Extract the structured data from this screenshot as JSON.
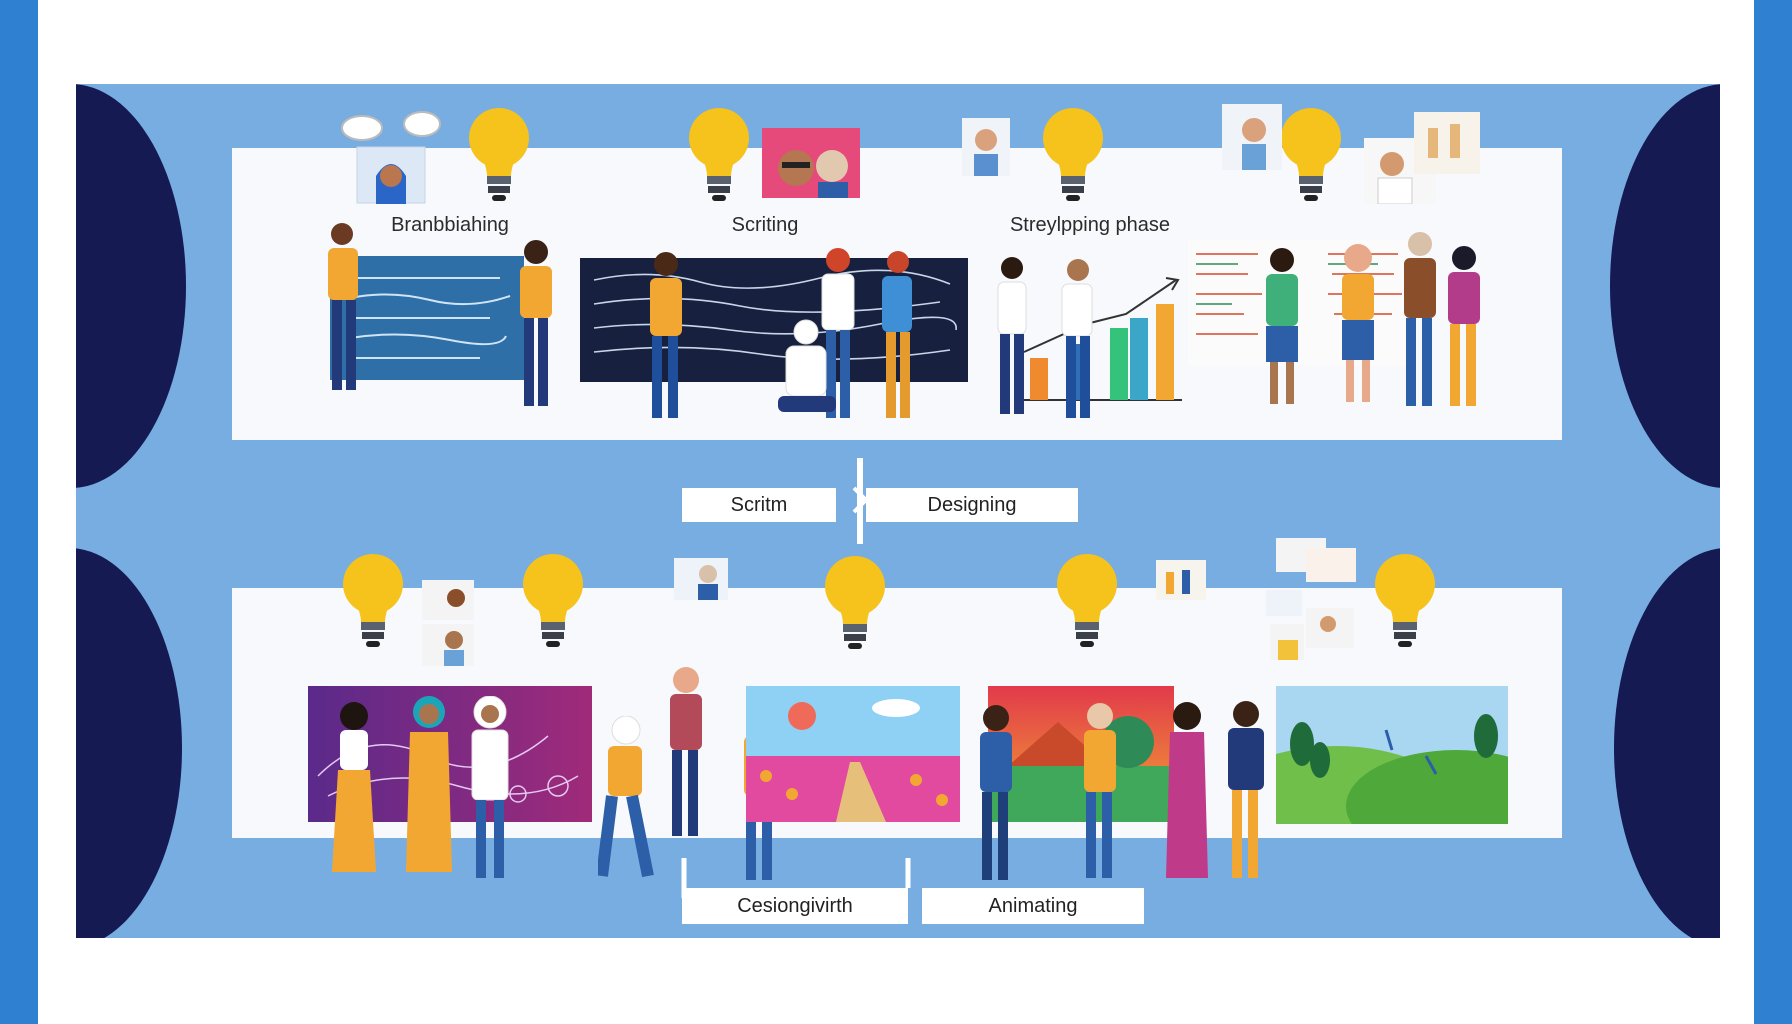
{
  "stages_top": [
    {
      "label": "Branbbiahing"
    },
    {
      "label": "Scriting"
    },
    {
      "label": "Streylpping phase"
    }
  ],
  "connector_top": {
    "left": "Scritm",
    "right": "Designing"
  },
  "connector_bottom": {
    "left": "Cesiongivirth",
    "right": "Animating"
  },
  "colors": {
    "edge": "#2f80d1",
    "canvas": "#78ade2",
    "circles": "#151a52",
    "panel": "#f7f9fc",
    "bulb": "#f6c21c"
  },
  "icons": [
    "lightbulb-icon",
    "thought-cloud-icon",
    "arrow-icon"
  ]
}
